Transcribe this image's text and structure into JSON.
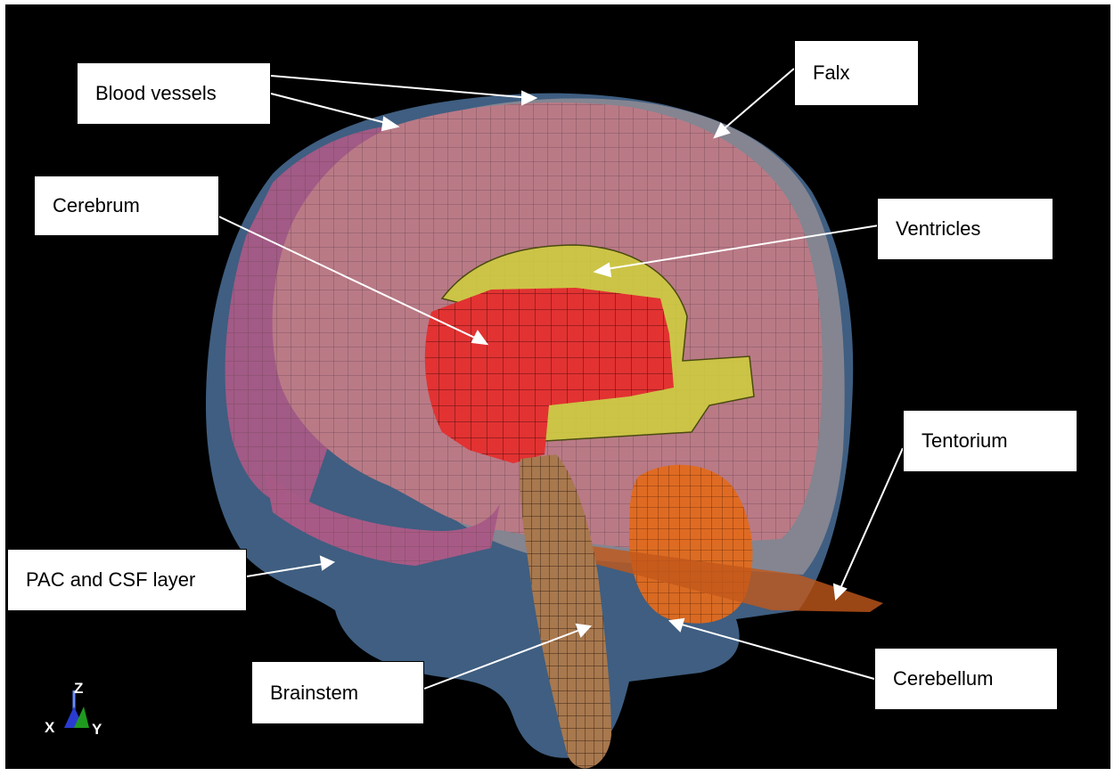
{
  "labels": {
    "blood_vessels": "Blood vessels",
    "falx": "Falx",
    "cerebrum": "Cerebrum",
    "ventricles": "Ventricles",
    "tentorium": "Tentorium",
    "pac_csf": "PAC and CSF layer",
    "brainstem": "Brainstem",
    "cerebellum": "Cerebellum"
  },
  "axis_triad": {
    "z": "Z",
    "x": "X",
    "y": "Y"
  },
  "colors": {
    "background": "#000000",
    "csf_layer": "#4a6f98",
    "falx": "#8c8a92",
    "cerebrum_surface": "#b97a86",
    "cerebrum_side": "#a85a86",
    "thalamus_red": "#e23232",
    "ventricles_yellow": "#cfd13c",
    "brainstem": "#a8784e",
    "cerebellum": "#e06a1e",
    "tentorium": "#c2571a",
    "arrow": "#ffffff"
  }
}
